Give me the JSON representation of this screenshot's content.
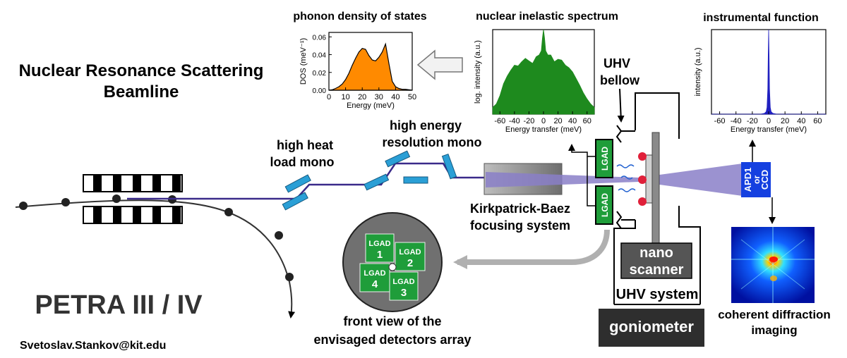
{
  "title": {
    "line1": "Nuclear Resonance Scattering",
    "line2": "Beamline"
  },
  "facility": "PETRA III / IV",
  "contact": "Svetoslav.Stankov@kit.edu",
  "components": {
    "hhlm_line1": "high heat",
    "hhlm_line2": "load mono",
    "herm_line1": "high energy",
    "herm_line2": "resolution mono",
    "kb_line1": "Kirkpatrick-Baez",
    "kb_line2": "focusing system",
    "uhv_bellow_line1": "UHV",
    "uhv_bellow_line2": "bellow",
    "nano_line1": "nano",
    "nano_line2": "scanner",
    "uhv_system": "UHV system",
    "goniometer": "goniometer",
    "lgad_top": "LGAD",
    "lgad_bottom": "LGAD",
    "apd_line1": "APD1",
    "apd_line2": "or",
    "apd_line3": "CCD",
    "cdi_line1": "coherent diffraction",
    "cdi_line2": "imaging"
  },
  "detector_array": {
    "caption_line1": "front view of the",
    "caption_line2": "envisaged detectors array",
    "pads": [
      {
        "label": "LGAD",
        "num": "1"
      },
      {
        "label": "LGAD",
        "num": "2"
      },
      {
        "label": "LGAD",
        "num": "4"
      },
      {
        "label": "LGAD",
        "num": "3"
      }
    ]
  },
  "colors": {
    "beam": "#8a7fc8",
    "optics": "#2a9fd6",
    "lgad": "#1f9d3a",
    "apd": "#1540e0",
    "dos_fill": "#ff8a00",
    "nis_fill": "#1e8a1e",
    "inst_fill": "#2020c0",
    "arrow_gray": "#b0b0b0",
    "dark_box": "#3a3a3a"
  },
  "chart_data": [
    {
      "type": "area",
      "title": "phonon density of states",
      "xlabel": "Energy (meV)",
      "ylabel": "DOS (meV⁻¹)",
      "xlim": [
        0,
        50
      ],
      "ylim": [
        0,
        0.065
      ],
      "xticks": [
        "0",
        "10",
        "20",
        "30",
        "40",
        "50"
      ],
      "yticks": [
        "0.00",
        "0.02",
        "0.04",
        "0.06"
      ],
      "x": [
        0,
        2,
        4,
        6,
        8,
        10,
        12,
        14,
        16,
        18,
        20,
        22,
        24,
        26,
        28,
        30,
        32,
        34,
        36,
        38,
        40,
        42,
        44,
        46,
        48,
        50
      ],
      "y": [
        0,
        0.0005,
        0.002,
        0.004,
        0.007,
        0.012,
        0.019,
        0.028,
        0.036,
        0.043,
        0.047,
        0.046,
        0.039,
        0.034,
        0.033,
        0.037,
        0.043,
        0.052,
        0.03,
        0.01,
        0.004,
        0.002,
        0.001,
        0.001,
        0.0005,
        0
      ]
    },
    {
      "type": "area",
      "title": "nuclear inelastic spectrum",
      "xlabel": "Energy transfer (meV)",
      "ylabel": "log. intensity (a.u.)",
      "xlim": [
        -70,
        70
      ],
      "ylim": [
        0,
        1
      ],
      "xticks": [
        "-60",
        "-40",
        "-20",
        "0",
        "20",
        "40",
        "60"
      ],
      "x": [
        -70,
        -65,
        -60,
        -55,
        -50,
        -45,
        -40,
        -35,
        -30,
        -25,
        -20,
        -15,
        -10,
        -6,
        -3,
        -1.5,
        0,
        1.5,
        3,
        6,
        10,
        15,
        20,
        25,
        30,
        35,
        40,
        45,
        50,
        55,
        60,
        65,
        70
      ],
      "y": [
        0.08,
        0.12,
        0.22,
        0.36,
        0.45,
        0.52,
        0.58,
        0.57,
        0.62,
        0.66,
        0.63,
        0.6,
        0.68,
        0.7,
        0.75,
        0.9,
        1.0,
        0.9,
        0.75,
        0.7,
        0.7,
        0.62,
        0.65,
        0.64,
        0.58,
        0.55,
        0.5,
        0.42,
        0.34,
        0.25,
        0.18,
        0.12,
        0.08
      ]
    },
    {
      "type": "area",
      "title": "instrumental function",
      "xlabel": "Energy transfer (meV)",
      "ylabel": "intensity (a.u.)",
      "xlim": [
        -70,
        70
      ],
      "ylim": [
        0,
        1
      ],
      "xticks": [
        "-60",
        "-40",
        "-20",
        "0",
        "20",
        "40",
        "60"
      ],
      "x": [
        -70,
        -10,
        -5,
        -3,
        -2,
        -1,
        -0.5,
        0,
        0.5,
        1,
        2,
        3,
        5,
        10,
        70
      ],
      "y": [
        0,
        0,
        0.01,
        0.03,
        0.08,
        0.3,
        0.7,
        1.0,
        0.7,
        0.3,
        0.08,
        0.03,
        0.01,
        0,
        0
      ]
    }
  ]
}
